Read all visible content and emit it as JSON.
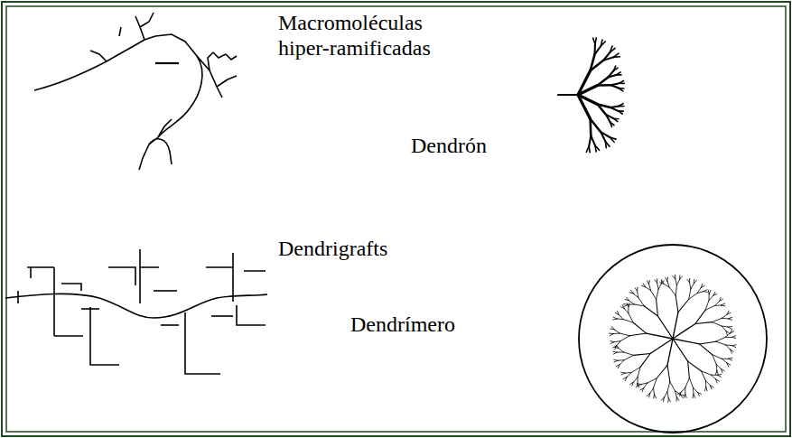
{
  "diagram": {
    "labels": [
      "Macromoléculas hiper-ramificadas",
      "Dendrón",
      "Dendrigrafts",
      "Dendrímero"
    ]
  }
}
